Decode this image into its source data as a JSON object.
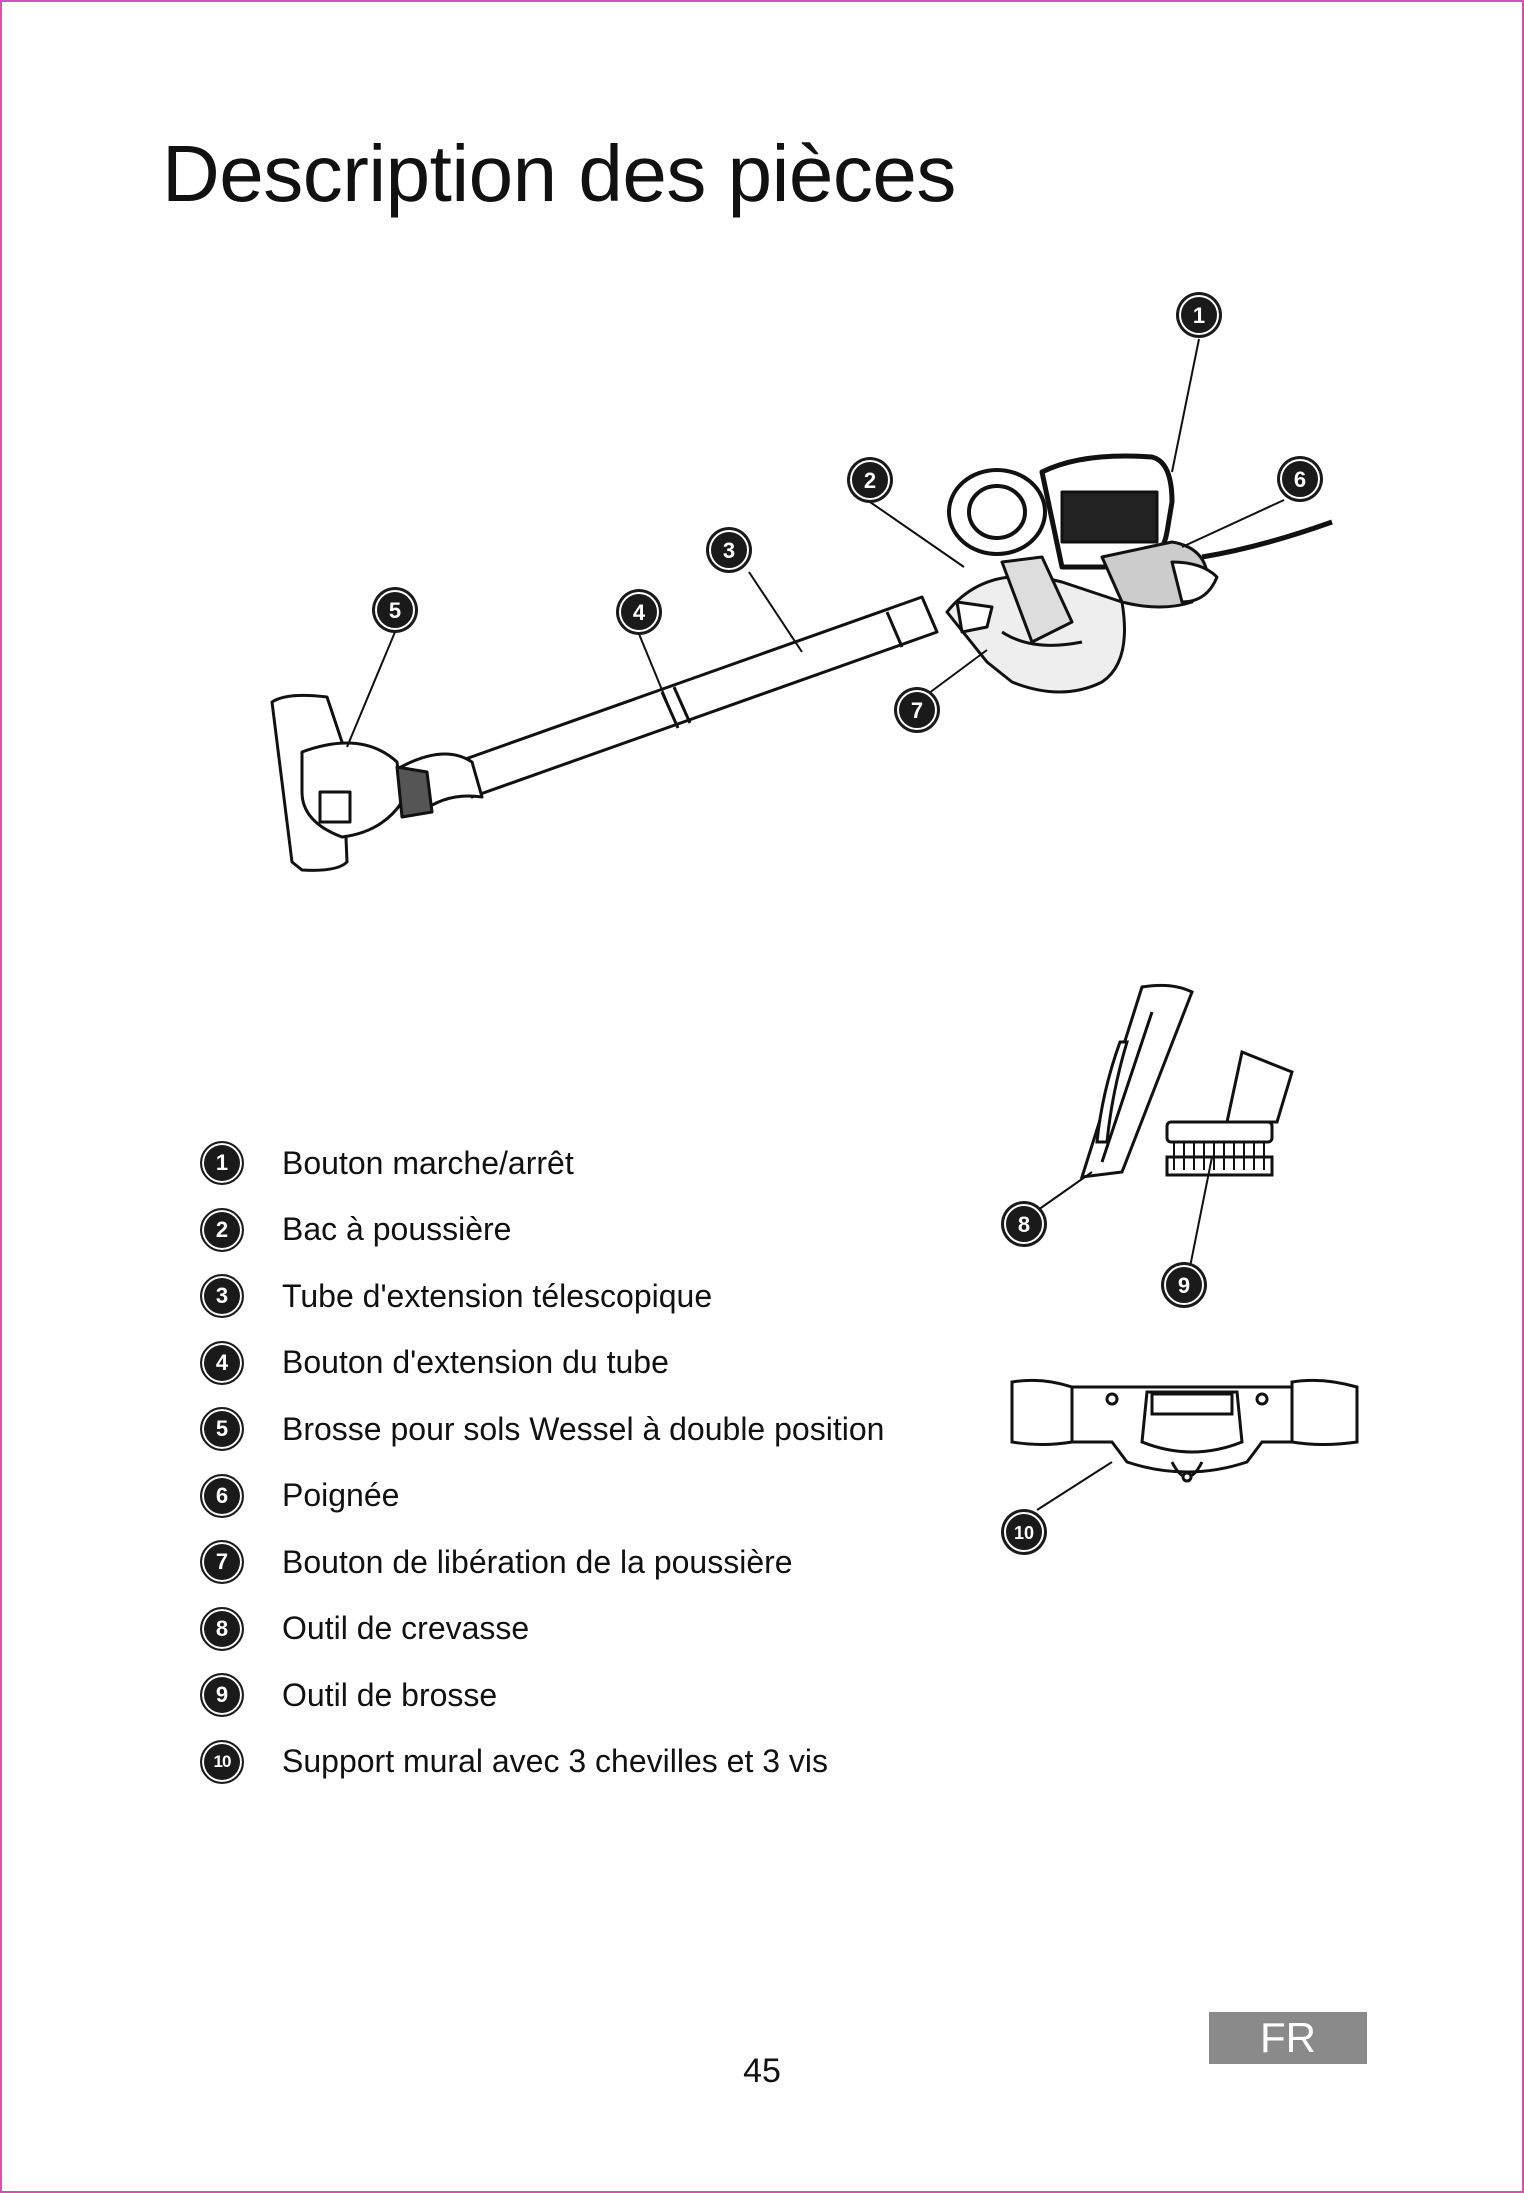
{
  "title": "Description des pièces",
  "callouts": [
    "1",
    "2",
    "3",
    "4",
    "5",
    "6",
    "7",
    "8",
    "9",
    "10"
  ],
  "parts": [
    {
      "num": "1",
      "label": "Bouton marche/arrêt"
    },
    {
      "num": "2",
      "label": "Bac à poussière"
    },
    {
      "num": "3",
      "label": "Tube d'extension télescopique"
    },
    {
      "num": "4",
      "label": "Bouton d'extension du tube"
    },
    {
      "num": "5",
      "label": "Brosse pour sols Wessel à double position"
    },
    {
      "num": "6",
      "label": "Poignée"
    },
    {
      "num": "7",
      "label": "Bouton de libération de la poussière"
    },
    {
      "num": "8",
      "label": "Outil de crevasse"
    },
    {
      "num": "9",
      "label": "Outil de brosse"
    },
    {
      "num": "10",
      "label": "Support mural avec 3 chevilles et 3 vis"
    }
  ],
  "page_number": "45",
  "language_tag": "FR",
  "colors": {
    "frame": "#d84fb6",
    "lang_tag": "#8a8a8a",
    "badge": "#1a1a1a"
  }
}
